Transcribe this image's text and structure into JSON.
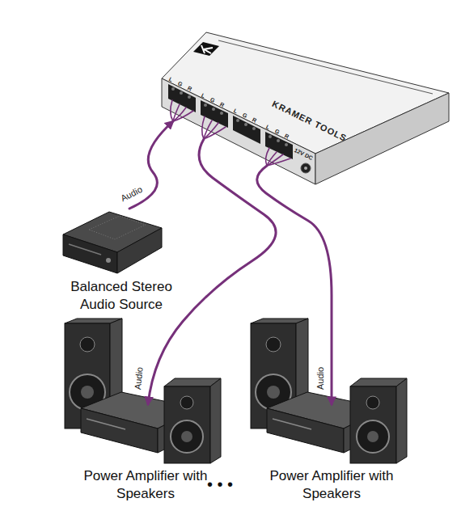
{
  "diagram": {
    "nodes": [
      {
        "text": [
          "KRAMER TOOLS"
        ]
      },
      {
        "text": [
          "Balanced Stereo Audio Source"
        ]
      },
      {
        "text": [
          "Power Amplifier with Speakers"
        ]
      },
      {
        "text": [
          "Power Amplifier with Speakers"
        ]
      }
    ],
    "edges": [
      {
        "from": 1,
        "to": 0,
        "label": "Audio",
        "arrow": "to"
      },
      {
        "from": 0,
        "to": 2,
        "label": "Audio",
        "arrow": "to"
      },
      {
        "from": 0,
        "to": 3,
        "label": "Audio",
        "arrow": "to"
      }
    ],
    "labels": [
      "L G R",
      "L G R",
      "L G R",
      "L G R",
      "12V DC",
      "• • •"
    ]
  }
}
